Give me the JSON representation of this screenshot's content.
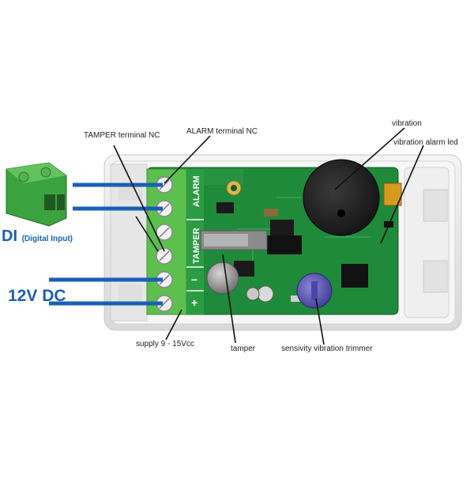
{
  "labels": {
    "tamper_terminal": "TAMPER terminal NC",
    "alarm_terminal": "ALARM terminal NC",
    "vibration": "vibration",
    "vibration_led": "vibration alarm led",
    "supply": "supply 9 - 15Vcc",
    "tamper": "tamper",
    "trimmer": "sensivity vibration trimmer"
  },
  "inputs": {
    "di_big": "DI",
    "di_small": "(Digital Input)",
    "power": "12V DC"
  },
  "board_marks": {
    "alarm": "ALARM",
    "tamper": "TAMPER",
    "minus": "–",
    "plus": "+"
  },
  "colors": {
    "pcb": "#1f8a3a",
    "terminal_block": "#5cbf4e",
    "wire": "#1a5fb4",
    "housing": "#ececec"
  }
}
